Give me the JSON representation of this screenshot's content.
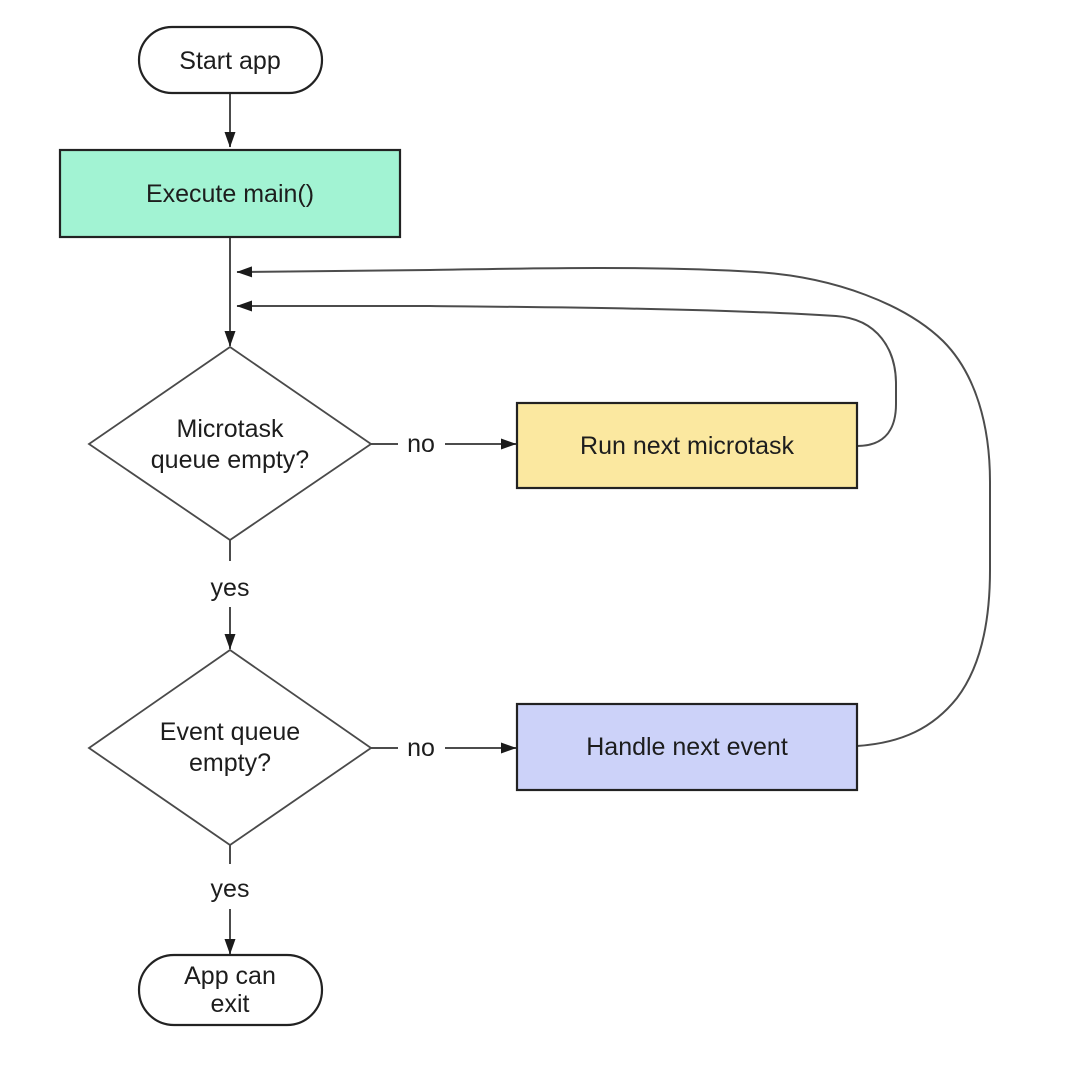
{
  "diagram": {
    "type": "flowchart",
    "topic": "event-loop",
    "nodes": {
      "start": {
        "label": "Start app",
        "shape": "terminator",
        "fill": "#ffffff"
      },
      "execute_main": {
        "label": "Execute main()",
        "shape": "process",
        "fill": "#a2f3d3"
      },
      "microtask_decision": {
        "label_line1": "Microtask",
        "label_line2": "queue empty?",
        "shape": "decision",
        "fill": "#ffffff"
      },
      "run_microtask": {
        "label": "Run next microtask",
        "shape": "process",
        "fill": "#fbe8a0"
      },
      "event_decision": {
        "label_line1": "Event queue",
        "label_line2": "empty?",
        "shape": "decision",
        "fill": "#ffffff"
      },
      "handle_event": {
        "label": "Handle next event",
        "shape": "process",
        "fill": "#ccd2f9"
      },
      "app_exit": {
        "label_line1": "App can",
        "label_line2": "exit",
        "shape": "terminator",
        "fill": "#ffffff"
      }
    },
    "edge_labels": {
      "microtask_no": "no",
      "microtask_yes": "yes",
      "event_no": "no",
      "event_yes": "yes"
    },
    "colors": {
      "process_green": "#a2f3d3",
      "process_yellow": "#fbe8a0",
      "process_lavender": "#ccd2f9",
      "connector": "#4c4c4c",
      "arrowhead": "#1b1b1b",
      "text": "#1d1d1d"
    }
  }
}
